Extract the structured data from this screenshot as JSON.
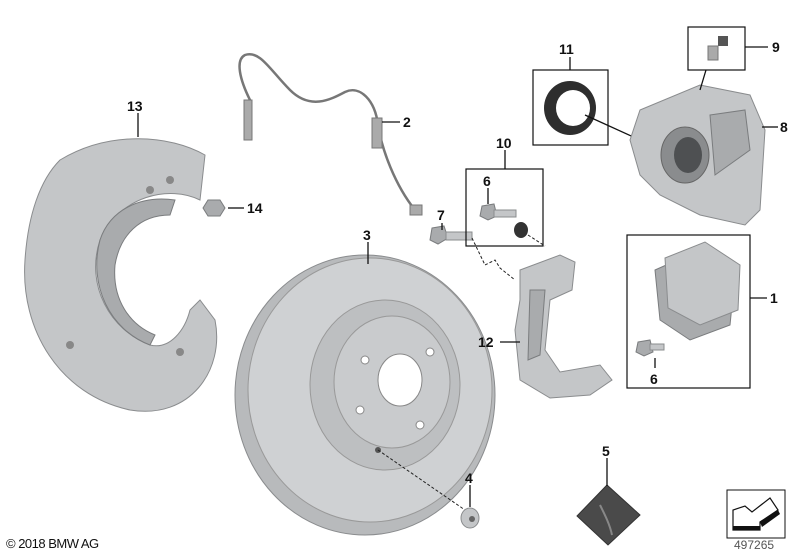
{
  "callouts": {
    "c1": "1",
    "c2": "2",
    "c3": "3",
    "c4": "4",
    "c5": "5",
    "c6a": "6",
    "c6b": "6",
    "c7": "7",
    "c8": "8",
    "c9": "9",
    "c10": "10",
    "c11": "11",
    "c12": "12",
    "c13": "13",
    "c14": "14"
  },
  "footer": {
    "copyright": "© 2018 BMW AG",
    "diagram_number": "497265"
  },
  "icons": {
    "navigation": "arrow-down-left-icon"
  }
}
